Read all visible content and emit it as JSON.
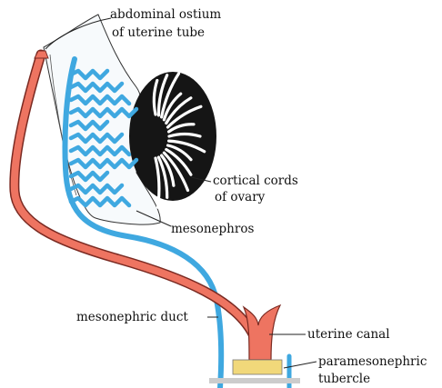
{
  "labels": {
    "abdominal_ostium_line1": "abdominal ostium",
    "abdominal_ostium_line2": "of uterine tube",
    "cortical_cords_line1": "cortical cords",
    "cortical_cords_line2": "of ovary",
    "mesonephros": "mesonephros",
    "mesonephric_duct": "mesonephric duct",
    "uterine_canal": "uterine canal",
    "paramesonephric_line1": "paramesonephric",
    "paramesonephric_line2": "tubercle"
  },
  "colors": {
    "paramesonephric_duct": "#ee7461",
    "mesonephric_structures": "#3fa8e0",
    "ovary_cortex": "#151515",
    "tubercle": "#f1d87a",
    "outline": "#333333"
  }
}
